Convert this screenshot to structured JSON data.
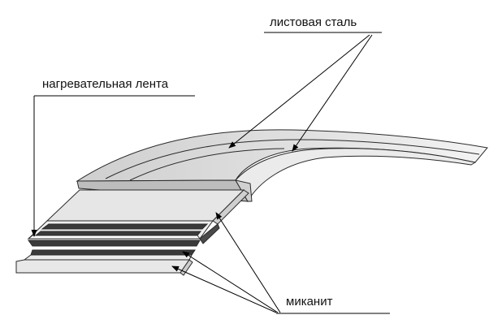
{
  "labels": {
    "steel": "листовая сталь",
    "heating_tape": "нагревательная лента",
    "micanite": "миканит"
  },
  "colors": {
    "steel_top": "#dcdcdc",
    "steel_light": "#f2f2f2",
    "steel_side": "#bdbdbd",
    "micanite": "#e6e6e6",
    "tape_dark": "#3a3a3a",
    "outline": "#2a2a2a"
  }
}
